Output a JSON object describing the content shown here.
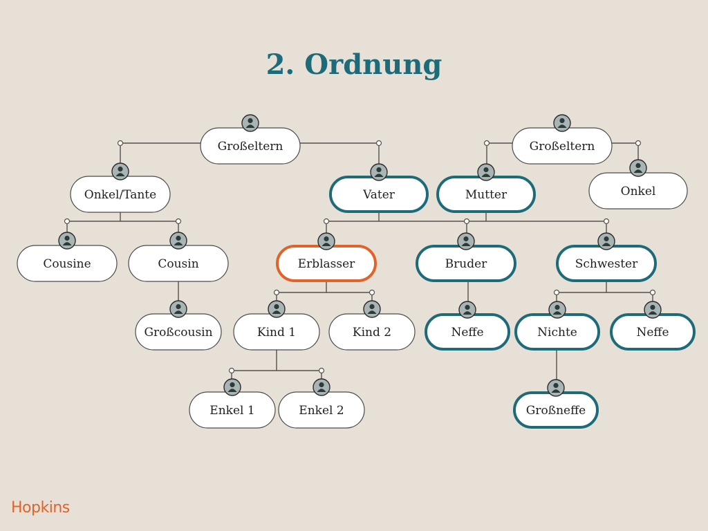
{
  "title": "2. Ordnung",
  "logo": "Hopkins",
  "colors": {
    "background": "#e7e0d6",
    "title": "#1d6b78",
    "heir": "#1d6b78",
    "deceased": "#e0632a",
    "line": "#55504a",
    "node_fill": "#ffffff",
    "node_border": "#4a4a4a",
    "avatar_fill": "#a9b4b4",
    "avatar_person": "#2c3a3a",
    "logo": "#e0632a"
  },
  "nodes": {
    "grosseltern_left": {
      "label": "Großeltern",
      "type": "normal"
    },
    "grosseltern_right": {
      "label": "Großeltern",
      "type": "normal"
    },
    "onkel_tante": {
      "label": "Onkel/Tante",
      "type": "normal"
    },
    "vater": {
      "label": "Vater",
      "type": "heir"
    },
    "mutter": {
      "label": "Mutter",
      "type": "heir"
    },
    "onkel": {
      "label": "Onkel",
      "type": "normal"
    },
    "cousine": {
      "label": "Cousine",
      "type": "normal"
    },
    "cousin": {
      "label": "Cousin",
      "type": "normal"
    },
    "erblasser": {
      "label": "Erblasser",
      "type": "deceased"
    },
    "bruder": {
      "label": "Bruder",
      "type": "heir"
    },
    "schwester": {
      "label": "Schwester",
      "type": "heir"
    },
    "grosscousin": {
      "label": "Großcousin",
      "type": "normal"
    },
    "kind1": {
      "label": "Kind 1",
      "type": "normal"
    },
    "kind2": {
      "label": "Kind 2",
      "type": "normal"
    },
    "neffe_bruder": {
      "label": "Neffe",
      "type": "heir"
    },
    "nichte": {
      "label": "Nichte",
      "type": "heir"
    },
    "neffe_schwester": {
      "label": "Neffe",
      "type": "heir"
    },
    "enkel1": {
      "label": "Enkel 1",
      "type": "normal"
    },
    "enkel2": {
      "label": "Enkel 2",
      "type": "normal"
    },
    "grossneffe": {
      "label": "Großneffe",
      "type": "heir"
    }
  }
}
